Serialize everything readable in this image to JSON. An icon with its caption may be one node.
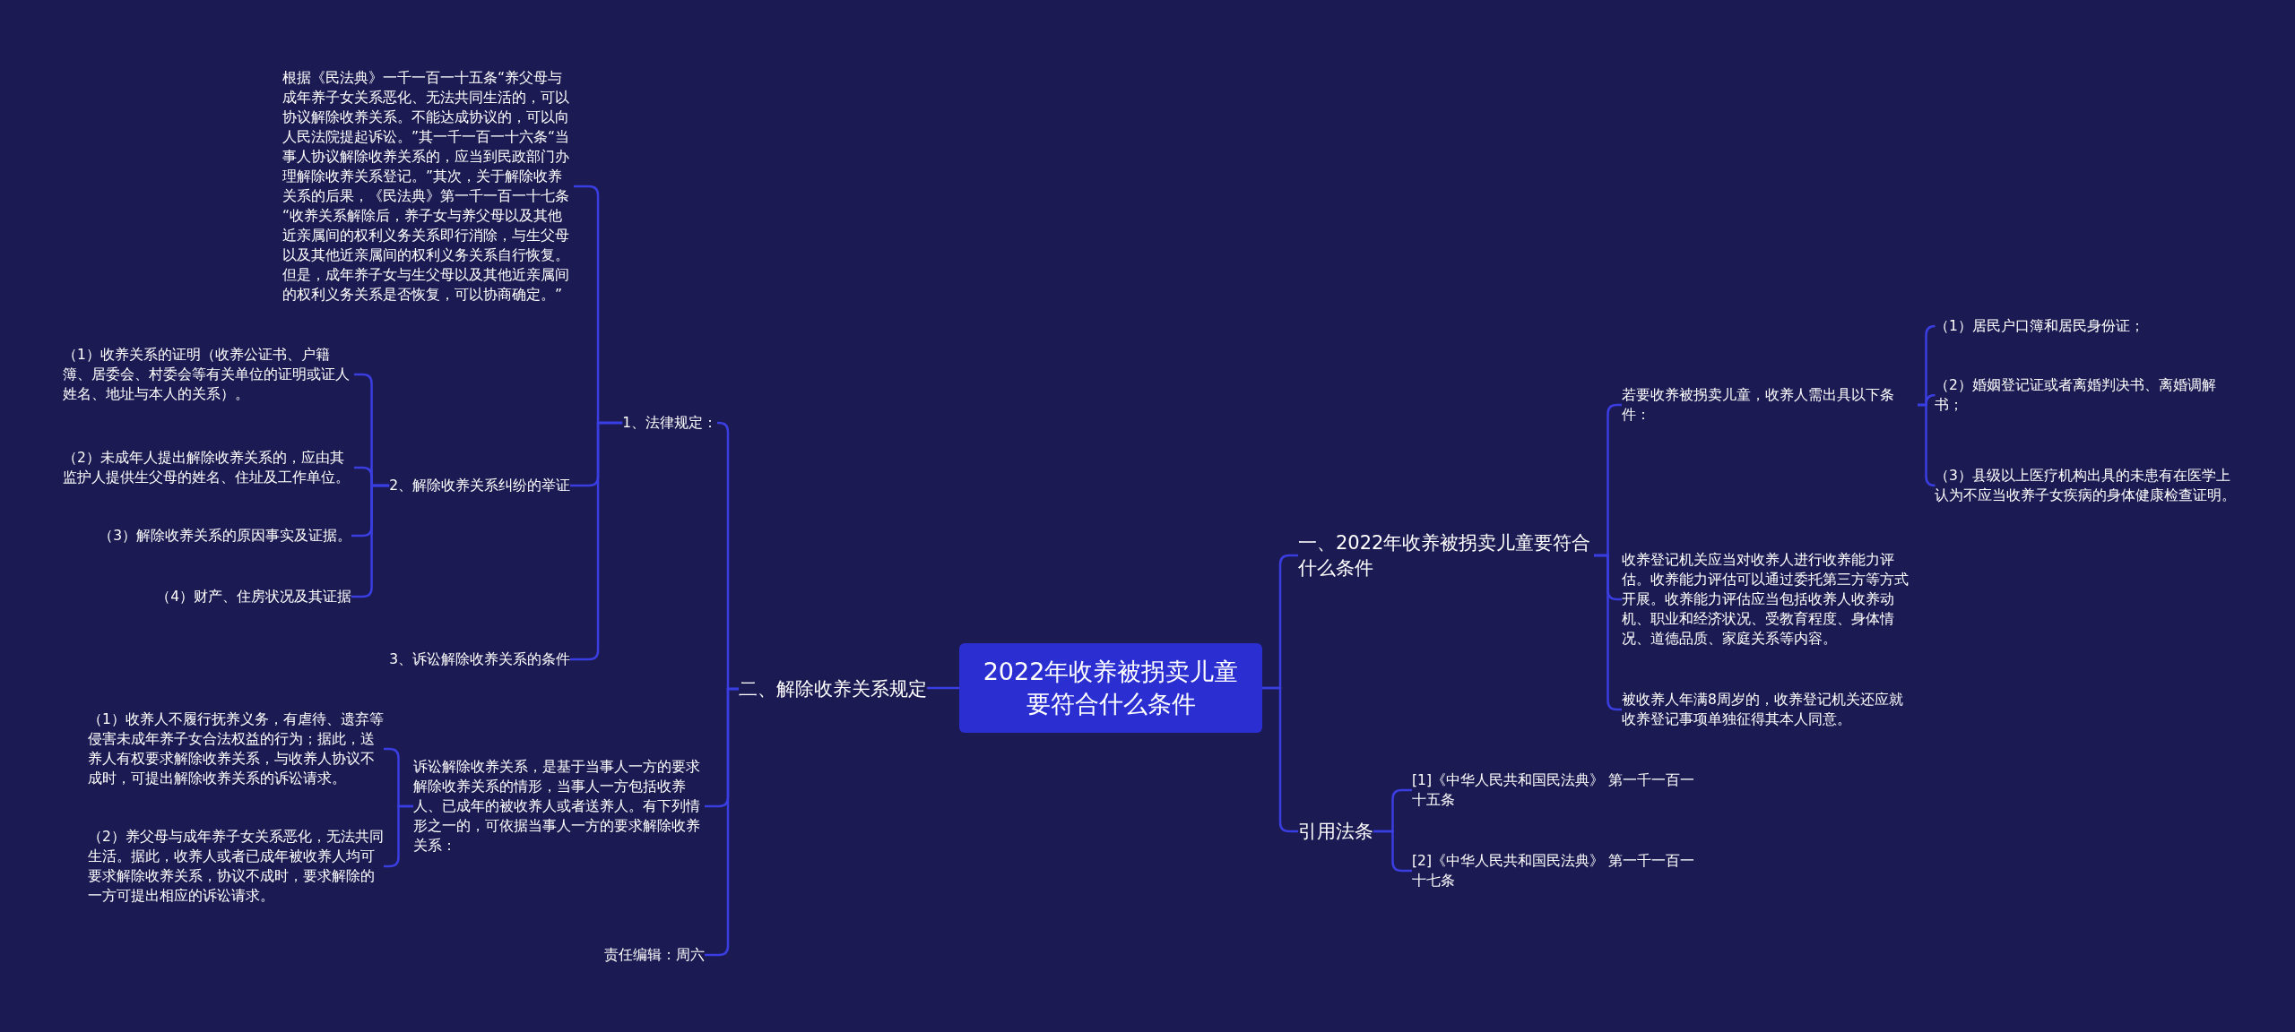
{
  "diagram": {
    "nodes": [
      {
        "text": [
          "2022年收养被拐卖儿童要符合什么条件"
        ]
      },
      {
        "text": [
          "二、解除收养关系规定"
        ]
      },
      {
        "text": [
          "1、法律规定："
        ]
      },
      {
        "text": [
          "根据《民法典》一千一百一十五条“养父母与成年养子女关系恶化、无法共同生活的，可以协议解除收养关系。不能达成协议的，可以向人民法院提起诉讼。”其一千一百一十六条“当事人协议解除收养关系的，应当到民政部门办理解除收养关系登记。”其次，关于解除收养关系的后果，《民法典》第一千一百一十七条 “收养关系解除后，养子女与养父母以及其他近亲属间的权利义务关系即行消除，与生父母以及其他近亲属间的权利义务关系自行恢复。但是，成年养子女与生父母以及其他近亲属间的权利义务关系是否恢复，可以协商确定。”"
        ]
      },
      {
        "text": [
          "2、解除收养关系纠纷的举证"
        ]
      },
      {
        "text": [
          "（1）收养关系的证明（收养公证书、户籍簿、居委会、村委会等有关单位的证明或证人姓名、地址与本人的关系）。"
        ]
      },
      {
        "text": [
          "（2）未成年人提出解除收养关系的，应由其监护人提供生父母的姓名、住址及工作单位。"
        ]
      },
      {
        "text": [
          "（3）解除收养关系的原因事实及证据。"
        ]
      },
      {
        "text": [
          "（4）财产、住房状况及其证据"
        ]
      },
      {
        "text": [
          "3、诉讼解除收养关系的条件"
        ]
      },
      {
        "text": [
          "诉讼解除收养关系，是基于当事人一方的要求解除收养关系的情形，当事人一方包括收养人、已成年的被收养人或者送养人。有下列情形之一的，可依据当事人一方的要求解除收养关系："
        ]
      },
      {
        "text": [
          "（1）收养人不履行抚养义务，有虐待、遗弃等侵害未成年养子女合法权益的行为；据此，送养人有权要求解除收养关系，与收养人协议不成时，可提出解除收养关系的诉讼请求。"
        ]
      },
      {
        "text": [
          "（2）养父母与成年养子女关系恶化，无法共同生活。据此，收养人或者已成年被收养人均可要求解除收养关系，协议不成时，要求解除的一方可提出相应的诉讼请求。"
        ]
      },
      {
        "text": [
          "责任编辑：周六"
        ]
      },
      {
        "text": [
          "一、2022年收养被拐卖儿童要符合什么条件"
        ]
      },
      {
        "text": [
          "若要收养被拐卖儿童，收养人需出具以下条件："
        ]
      },
      {
        "text": [
          "（1）居民户口簿和居民身份证；"
        ]
      },
      {
        "text": [
          "（2）婚姻登记证或者离婚判决书、离婚调解书；"
        ]
      },
      {
        "text": [
          "（3）县级以上医疗机构出具的未患有在医学上认为不应当收养子女疾病的身体健康检查证明。"
        ]
      },
      {
        "text": [
          "收养登记机关应当对收养人进行收养能力评估。收养能力评估可以通过委托第三方等方式开展。收养能力评估应当包括收养人收养动机、职业和经济状况、受教育程度、身体情况、道德品质、家庭关系等内容。"
        ]
      },
      {
        "text": [
          "被收养人年满8周岁的，收养登记机关还应就收养登记事项单独征得其本人同意。"
        ]
      },
      {
        "text": [
          "引用法条"
        ]
      },
      {
        "text": [
          "[1]《中华人民共和国民法典》 第一千一百一十五条"
        ]
      },
      {
        "text": [
          "[2]《中华人民共和国民法典》 第一千一百一十七条"
        ]
      }
    ],
    "edges": [
      {
        "from": 0,
        "to": 1,
        "arrow": "none"
      },
      {
        "from": 1,
        "to": 2,
        "arrow": "none"
      },
      {
        "from": 2,
        "to": 3,
        "arrow": "none"
      },
      {
        "from": 2,
        "to": 4,
        "arrow": "none"
      },
      {
        "from": 4,
        "to": 5,
        "arrow": "none"
      },
      {
        "from": 4,
        "to": 6,
        "arrow": "none"
      },
      {
        "from": 4,
        "to": 7,
        "arrow": "none"
      },
      {
        "from": 4,
        "to": 8,
        "arrow": "none"
      },
      {
        "from": 2,
        "to": 9,
        "arrow": "none"
      },
      {
        "from": 1,
        "to": 10,
        "arrow": "none"
      },
      {
        "from": 10,
        "to": 11,
        "arrow": "none"
      },
      {
        "from": 10,
        "to": 12,
        "arrow": "none"
      },
      {
        "from": 1,
        "to": 13,
        "arrow": "none"
      },
      {
        "from": 0,
        "to": 14,
        "arrow": "none"
      },
      {
        "from": 14,
        "to": 15,
        "arrow": "none"
      },
      {
        "from": 15,
        "to": 16,
        "arrow": "none"
      },
      {
        "from": 15,
        "to": 17,
        "arrow": "none"
      },
      {
        "from": 15,
        "to": 18,
        "arrow": "none"
      },
      {
        "from": 14,
        "to": 19,
        "arrow": "none"
      },
      {
        "from": 14,
        "to": 20,
        "arrow": "none"
      },
      {
        "from": 0,
        "to": 21,
        "arrow": "none"
      },
      {
        "from": 21,
        "to": 22,
        "arrow": "none"
      },
      {
        "from": 21,
        "to": 23,
        "arrow": "none"
      }
    ]
  }
}
